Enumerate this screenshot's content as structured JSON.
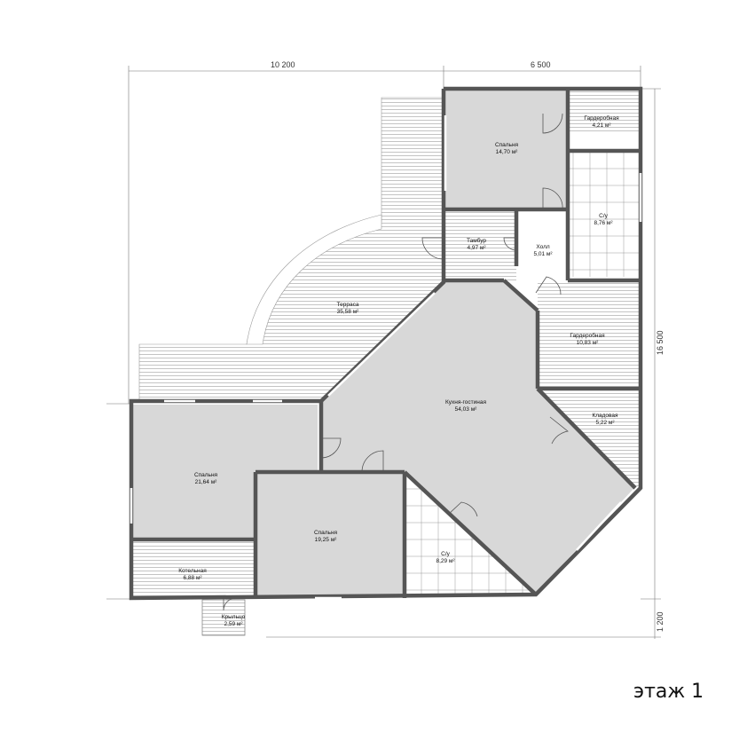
{
  "floor_label": "этаж 1",
  "dimensions": {
    "top_left": "10 200",
    "top_right": "6 500",
    "right_main": "16 500",
    "right_small": "1 200"
  },
  "rooms": [
    {
      "id": "bedroom-top",
      "name": "Спальня",
      "area": "14,70 м²"
    },
    {
      "id": "wardrobe-top",
      "name": "Гардеробная",
      "area": "4,21 м²"
    },
    {
      "id": "bathroom-right",
      "name": "С/у",
      "area": "8,76 м²"
    },
    {
      "id": "vestibule",
      "name": "Тамбур",
      "area": "4,97 м²"
    },
    {
      "id": "hall",
      "name": "Холл",
      "area": "5,01 м²"
    },
    {
      "id": "terrace",
      "name": "Терраса",
      "area": "35,58 м²"
    },
    {
      "id": "wardrobe-right",
      "name": "Гардеробная",
      "area": "10,83 м²"
    },
    {
      "id": "kitchen-living",
      "name": "Кухня-гостиная",
      "area": "54,03 м²"
    },
    {
      "id": "pantry",
      "name": "Кладовая",
      "area": "5,22 м²"
    },
    {
      "id": "bedroom-left",
      "name": "Спальня",
      "area": "21,64 м²"
    },
    {
      "id": "bedroom-center",
      "name": "Спальня",
      "area": "19,25 м²"
    },
    {
      "id": "bathroom-bottom",
      "name": "С/у",
      "area": "8,29 м²"
    },
    {
      "id": "boiler-room",
      "name": "Котельная",
      "area": "6,88 м²"
    },
    {
      "id": "porch",
      "name": "Крыльцо",
      "area": "2,59 м²"
    }
  ]
}
